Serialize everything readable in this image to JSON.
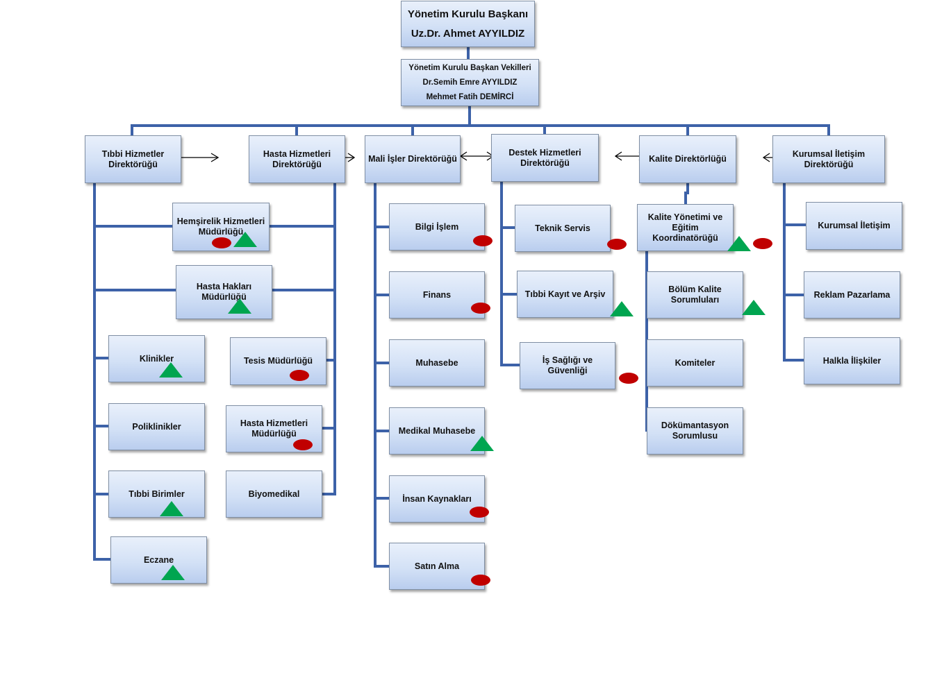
{
  "chairman": {
    "line1": "Yönetim Kurulu Başkanı",
    "line2": "Uz.Dr. Ahmet AYYILDIZ"
  },
  "vice_chairs": {
    "line1": "Yönetim Kurulu Başkan Vekilleri",
    "line2": "Dr.Semih Emre AYYILDIZ",
    "line3": "Mehmet Fatih DEMİRCİ"
  },
  "directorates": {
    "tibbi": {
      "line1": "Tıbbi Hizmetler",
      "line2": "Direktörüğü"
    },
    "hasta": {
      "line1": "Hasta Hizmetleri",
      "line2": "Direktörüğü"
    },
    "mali": {
      "line1": "Mali İşler Direktörüğü"
    },
    "destek": {
      "line1": "Destek Hizmetleri",
      "line2": "Direktörüğü"
    },
    "kalite": {
      "line1": "Kalite Direktörlüğü"
    },
    "kurumsal": {
      "line1": "Kurumsal İletişim",
      "line2": "Direktörüğü"
    }
  },
  "units": {
    "hemsirelik": {
      "line1": "Hemşirelik Hizmetleri",
      "line2": "Müdürlüğü"
    },
    "hasta_haklari": {
      "line1": "Hasta Hakları",
      "line2": "Müdürlüğü"
    },
    "klinikler": "Klinikler",
    "tesis": "Tesis Müdürlüğü",
    "poliklinikler": "Poliklinikler",
    "hasta_hizmetleri_mud": {
      "line1": "Hasta Hizmetleri",
      "line2": "Müdürlüğü"
    },
    "tibbi_birimler": "Tıbbi Birimler",
    "biyomedikal": "Biyomedikal",
    "eczane": "Eczane",
    "bilgi_islem": "Bilgi İşlem",
    "finans": "Finans",
    "muhasebe": "Muhasebe",
    "medikal_muhasebe": "Medikal Muhasebe",
    "insan_kaynaklari": "İnsan Kaynakları",
    "satin_alma": "Satın Alma",
    "teknik_servis": "Teknik Servis",
    "tibbi_kayit": "Tıbbi Kayıt ve Arşiv",
    "is_sagligi": "İş Sağlığı ve Güvenliği",
    "kalite_yonetimi": {
      "line1": "Kalite Yönetimi ve",
      "line2": "Eğitim Koordinatörüğü"
    },
    "bolum_kalite": {
      "line1": "Bölüm Kalite",
      "line2": "Sorumluları"
    },
    "komiteler": "Komiteler",
    "dokumantasyon": {
      "line1": "Dökümantasyon",
      "line2": "Sorumlusu"
    },
    "kurumsal_iletisim": "Kurumsal İletişim",
    "reklam": "Reklam Pazarlama",
    "halkla": "Halkla İlişkiler"
  },
  "colors": {
    "connector": "#3d62a8",
    "marker_red": "#c00000",
    "marker_green": "#00a550"
  }
}
